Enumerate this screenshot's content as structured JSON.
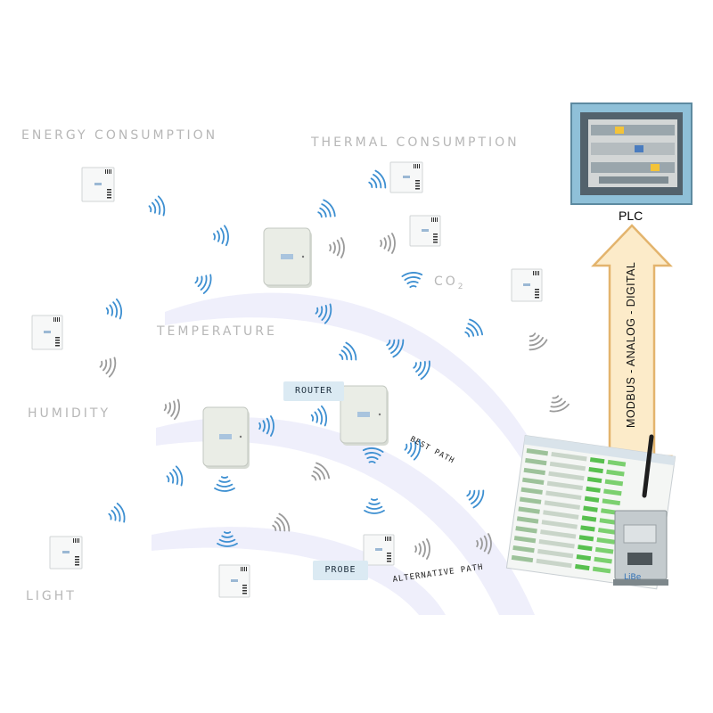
{
  "categories": {
    "energy": "ENERGY CONSUMPTION",
    "thermal": "THERMAL CONSUMPTION",
    "co2_main": "CO",
    "co2_sub": "2",
    "temperature": "TEMPERATURE",
    "humidity": "HUMIDITY",
    "light": "LIGHT"
  },
  "labels": {
    "router": "ROUTER",
    "probe": "PROBE",
    "best_path": "BEST PATH",
    "alternative_path": "ALTERNATIVE PATH",
    "plc": "PLC",
    "protocols": "MODBUS - ANALOG - DIGITAL",
    "logo": "LiBe"
  },
  "colors": {
    "signal": "#3d8fd1",
    "signal_grey": "#9a9a9a",
    "arc": "#eeeefb",
    "arrow_fill": "#fbe6bf",
    "arrow_stroke": "#e8b66e",
    "cabinet_frame": "#86b7cf"
  },
  "icons": [
    "wifi-wave-icon",
    "sensor-probe-icon",
    "router-box-icon",
    "plc-cabinet-icon",
    "gateway-antenna-icon"
  ]
}
